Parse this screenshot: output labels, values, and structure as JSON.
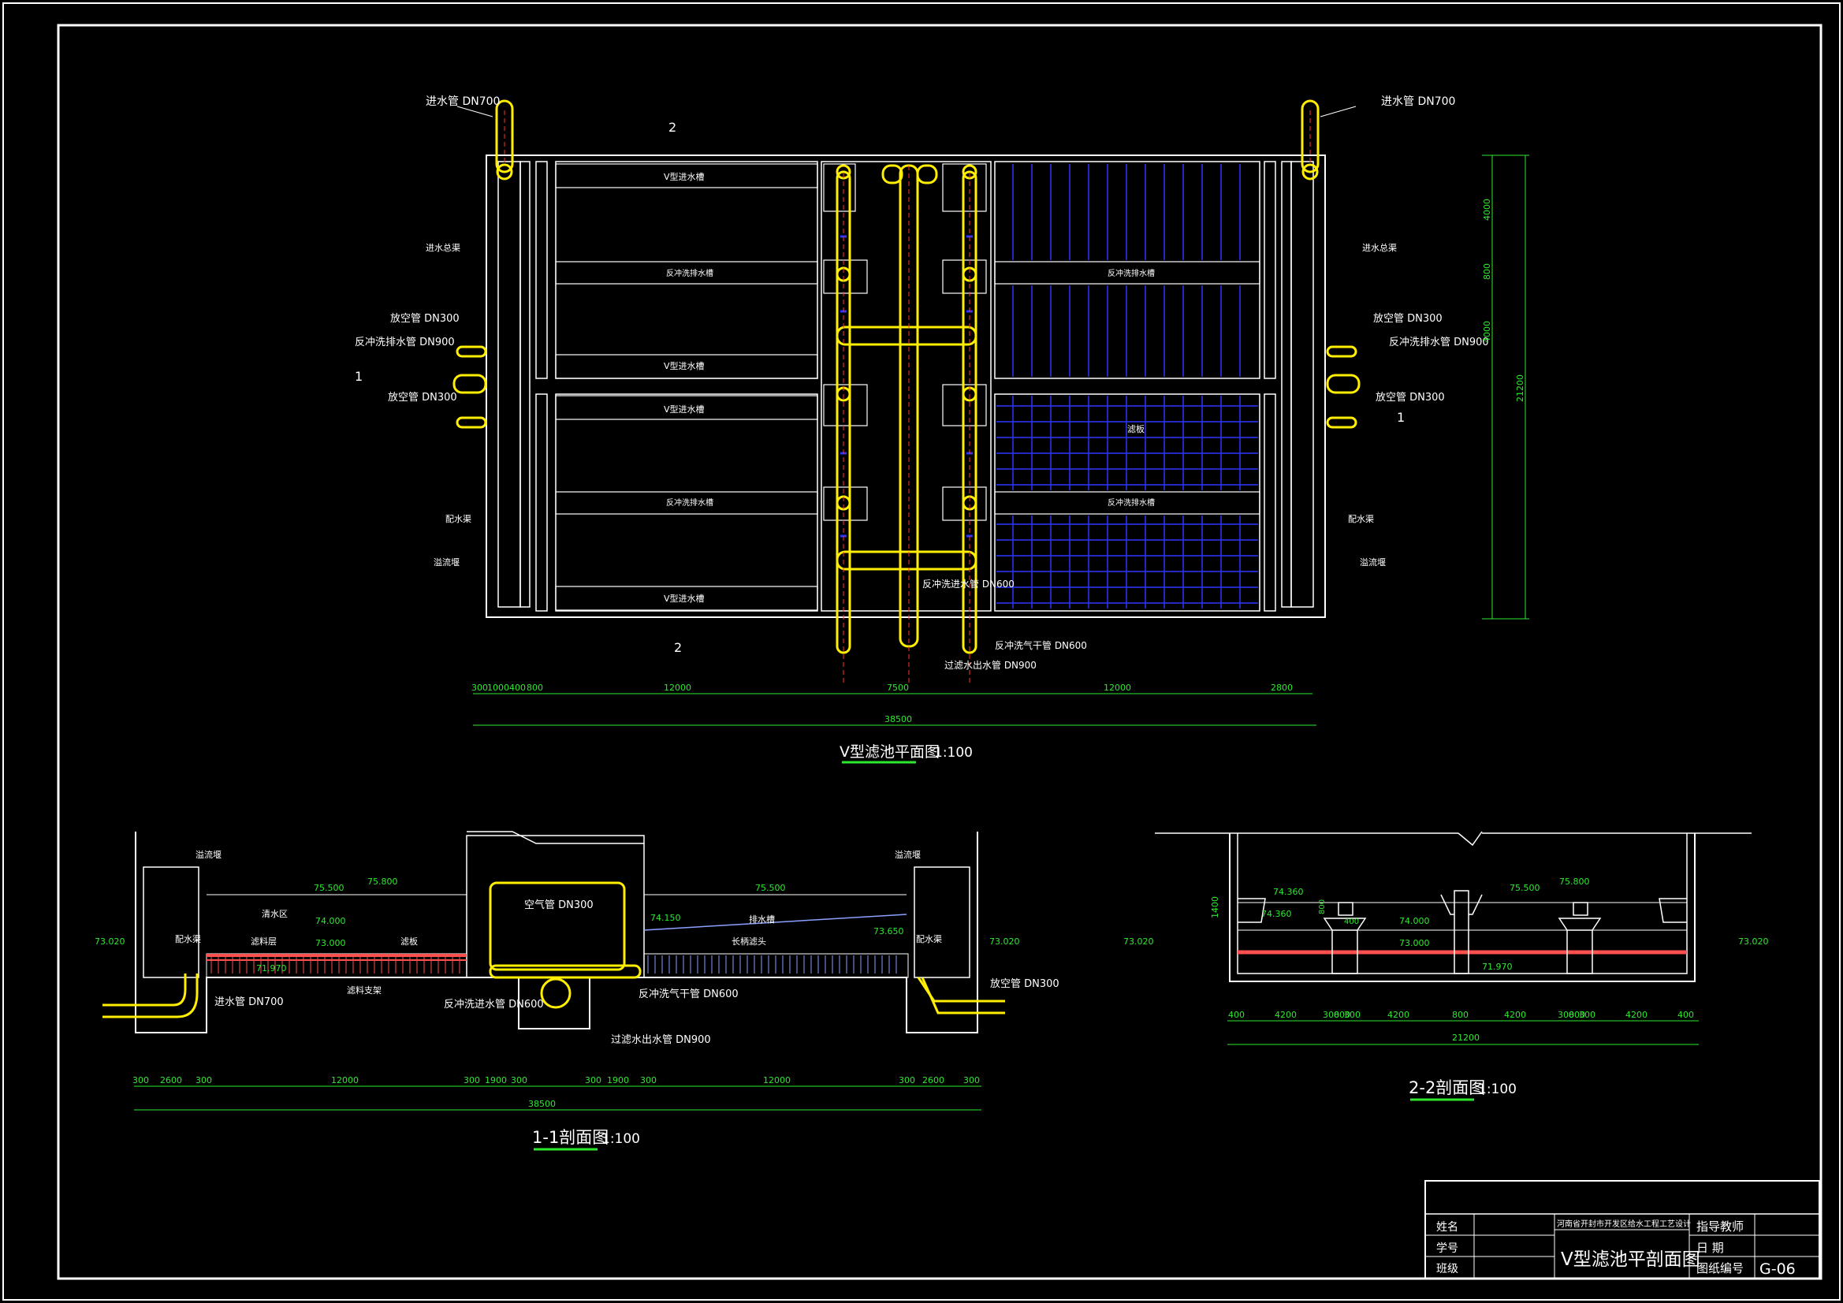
{
  "plan": {
    "title": "V型滤池平面图",
    "scale": "1:100",
    "section_2_top": "2",
    "section_2_bottom": "2",
    "section_1_left": "1",
    "section_1_right": "1",
    "inlet_left": "进水管 DN700",
    "inlet_right": "进水管 DN700",
    "left_labels": [
      "进水总渠",
      "放空管 DN300",
      "反冲洗排水管 DN900",
      "放空管 DN300",
      "配水渠",
      "溢流堰"
    ],
    "right_labels": [
      "进水总渠",
      "放空管 DN300",
      "反冲洗排水管 DN900",
      "放空管 DN300",
      "配水渠",
      "溢流堰"
    ],
    "v_channel": "V型进水槽",
    "wash_channel": "反冲洗排水槽",
    "filter_plate": "滤板",
    "pipe_backwash_water": "反冲洗进水管 DN600",
    "pipe_backwash_air": "反冲洗气干管 DN600",
    "pipe_filtered": "过滤水出水管 DN900",
    "dims_h": [
      "300",
      "1000",
      "400",
      "800",
      "12000",
      "7500",
      "12000",
      "2800"
    ],
    "dim_total": "38500",
    "dims_v": [
      "4000",
      "800",
      "4000",
      "21200"
    ]
  },
  "sec1": {
    "title": "1-1剖面图",
    "scale": "1:100",
    "labels": [
      "溢流堰",
      "清水区",
      "滤料层",
      "滤板",
      "配水渠",
      "长柄滤头",
      "排水槽",
      "滤料支架",
      "进水管 DN700",
      "反冲洗进水管 DN600",
      "反冲洗气干管 DN600",
      "过滤水出水管 DN900",
      "空气管 DN300",
      "放空管 DN300",
      "配水渠"
    ],
    "elevs": [
      "75.500",
      "75.800",
      "74.000",
      "73.000",
      "71.970",
      "73.020",
      "73.020",
      "74.150",
      "73.650",
      "75.500"
    ],
    "dims": [
      "300",
      "2600",
      "300",
      "12000",
      "300",
      "1900",
      "300",
      "300",
      "1900",
      "300",
      "12000",
      "300",
      "2600",
      "300"
    ],
    "dim_total": "38500"
  },
  "sec2": {
    "title": "2-2剖面图",
    "scale": "1:100",
    "elevs": [
      "74.360",
      "74.360",
      "75.500",
      "75.800",
      "74.000",
      "73.000",
      "71.970",
      "73.020",
      "73.020"
    ],
    "heights": [
      "1400",
      "800",
      "400"
    ],
    "dims": [
      "400",
      "4200",
      "300",
      "800",
      "300",
      "4200",
      "800",
      "4200",
      "300",
      "800",
      "300",
      "4200",
      "400"
    ],
    "dim_total": "21200"
  },
  "titleblock": {
    "name_label": "姓名",
    "id_label": "学号",
    "class_label": "班级",
    "project": "河南省开封市开发区给水工程工艺设计",
    "drawing_title": "V型滤池平剖面图",
    "teacher_label": "指导教师",
    "date_label": "日 期",
    "drawing_no_label": "图纸编号",
    "drawing_no": "G-06"
  }
}
